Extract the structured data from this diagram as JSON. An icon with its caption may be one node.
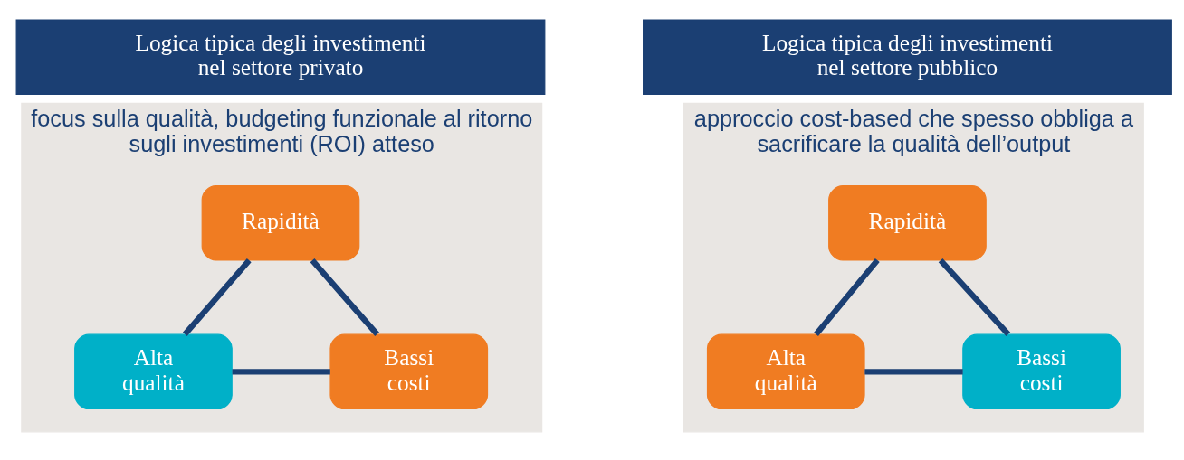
{
  "diagram": {
    "nodes": [
      {
        "text": [
          "Logica tipica degli investimenti nel settore privato"
        ]
      },
      {
        "text": [
          "focus sulla qualità, budgeting funzionale al ritorno sugli investimenti (ROI) atteso"
        ]
      },
      {
        "text": [
          "Rapidità"
        ],
        "in": 1
      },
      {
        "text": [
          "Alta qualità"
        ],
        "in": 1
      },
      {
        "text": [
          "Bassi costi"
        ],
        "in": 1
      },
      {
        "text": [
          "Logica tipica degli investimenti nel settore pubblico"
        ]
      },
      {
        "text": [
          "approccio cost-based che spesso obbliga a sacrificare la qualità dell’output"
        ]
      },
      {
        "text": [
          "Rapidità"
        ],
        "in": 6
      },
      {
        "text": [
          "Alta qualità"
        ],
        "in": 6
      },
      {
        "text": [
          "Bassi costi"
        ],
        "in": 6
      }
    ],
    "edges": [
      {
        "from": 2,
        "to": 3,
        "arrow": "none"
      },
      {
        "from": 2,
        "to": 4,
        "arrow": "none"
      },
      {
        "from": 3,
        "to": 4,
        "arrow": "none"
      },
      {
        "from": 7,
        "to": 8,
        "arrow": "none"
      },
      {
        "from": 7,
        "to": 9,
        "arrow": "none"
      },
      {
        "from": 8,
        "to": 9,
        "arrow": "none"
      }
    ]
  }
}
